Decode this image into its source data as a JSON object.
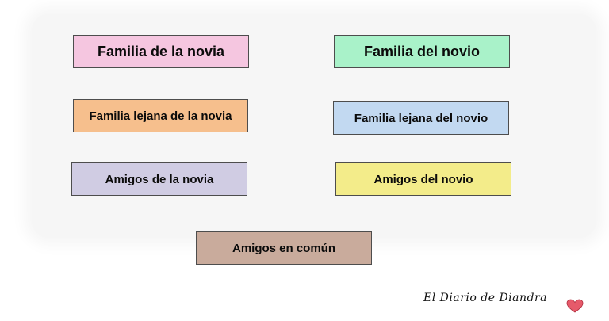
{
  "boxes": {
    "bride_family": {
      "label": "Familia de la novia",
      "color": "#f5c6e0"
    },
    "groom_family": {
      "label": "Familia del novio",
      "color": "#a9f2c9"
    },
    "bride_distant_family": {
      "label": "Familia lejana de la novia",
      "color": "#f6bf8d"
    },
    "groom_distant_family": {
      "label": "Familia lejana del novio",
      "color": "#c2d9f1"
    },
    "bride_friends": {
      "label": "Amigos de la novia",
      "color": "#d0cce3"
    },
    "groom_friends": {
      "label": "Amigos del novio",
      "color": "#f3ec8a"
    },
    "mutual_friends": {
      "label": "Amigos en común",
      "color": "#c9ab9c"
    }
  },
  "watermark": {
    "text": "El Diario de Diandra",
    "heart_color": "#e65a6a"
  }
}
